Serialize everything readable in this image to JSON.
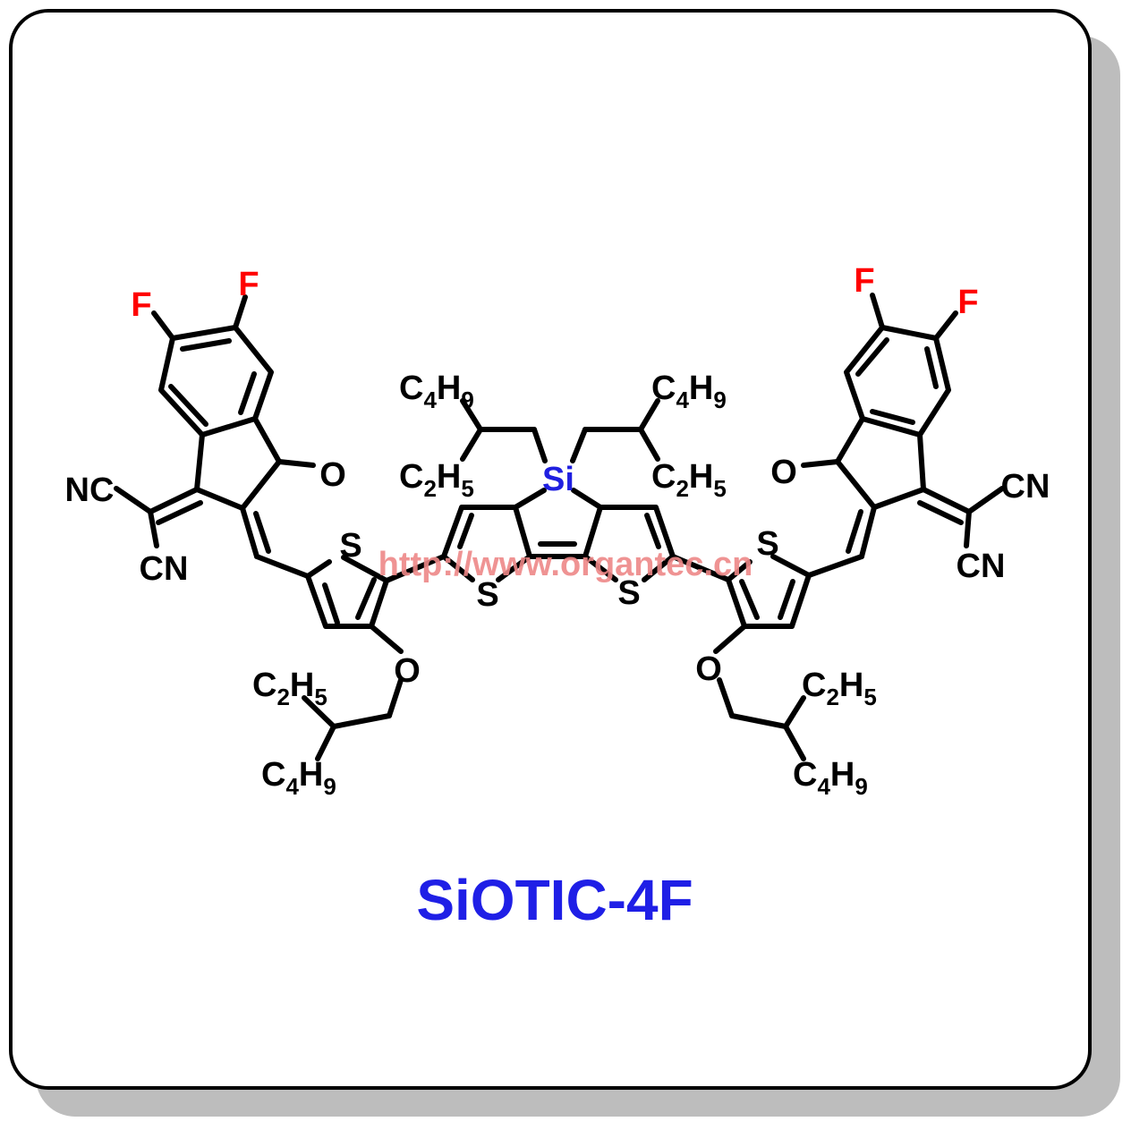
{
  "compound_name": "SiOTIC-4F",
  "watermark": "http://www.organtec.cn",
  "atoms": {
    "F": "F",
    "Si": "Si",
    "S": "S",
    "O": "O",
    "NC": "NC",
    "CN": "CN"
  },
  "alkyl_labels": {
    "c4h9": [
      "C",
      "4",
      "H",
      "9"
    ],
    "c2h5": [
      "C",
      "2",
      "H",
      "5"
    ]
  },
  "colors": {
    "fluorine": "#ff0000",
    "silicon": "#1f1fe0",
    "title": "#1f1fe6",
    "bond": "#000000"
  }
}
